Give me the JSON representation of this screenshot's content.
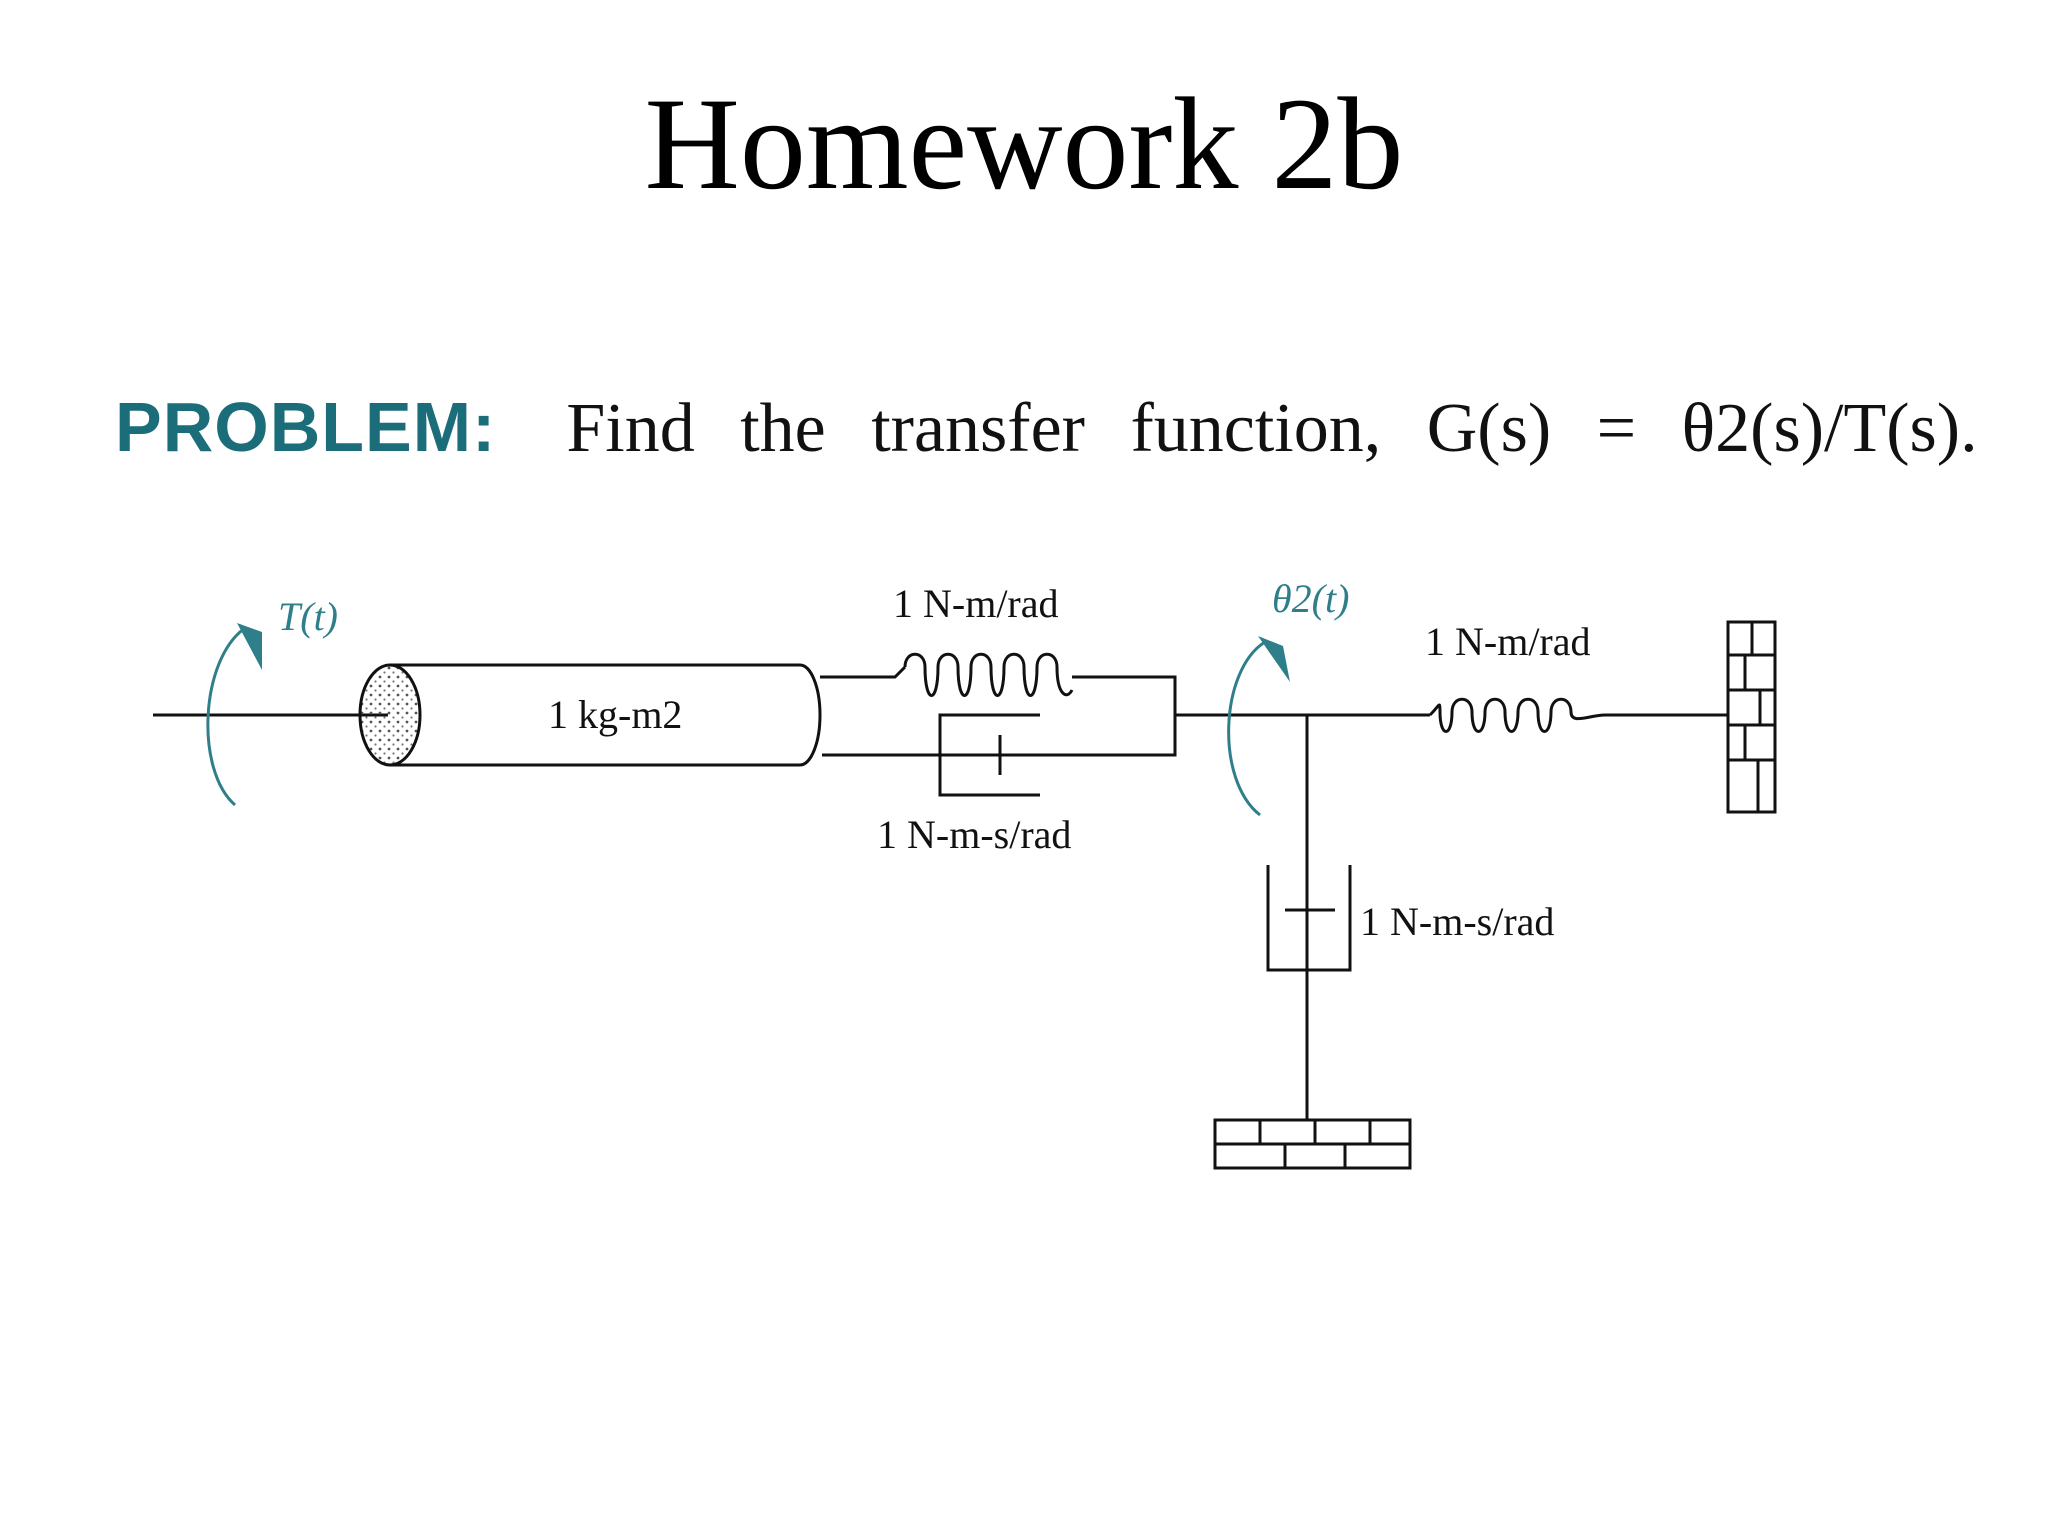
{
  "slide": {
    "title": "Homework 2b"
  },
  "problem": {
    "label": "PROBLEM:",
    "text": "Find the transfer function, G(s) = θ2(s)/T(s)."
  },
  "diagram": {
    "torque_label": "T(t)",
    "theta_label": "θ2(t)",
    "inertia_label": "1 kg-m2",
    "spring1_label": "1 N-m/rad",
    "damper1_label": "1 N-m-s/rad",
    "spring2_label": "1 N-m/rad",
    "damper2_label": "1 N-m-s/rad",
    "accent_color": "#2f7f8a"
  }
}
